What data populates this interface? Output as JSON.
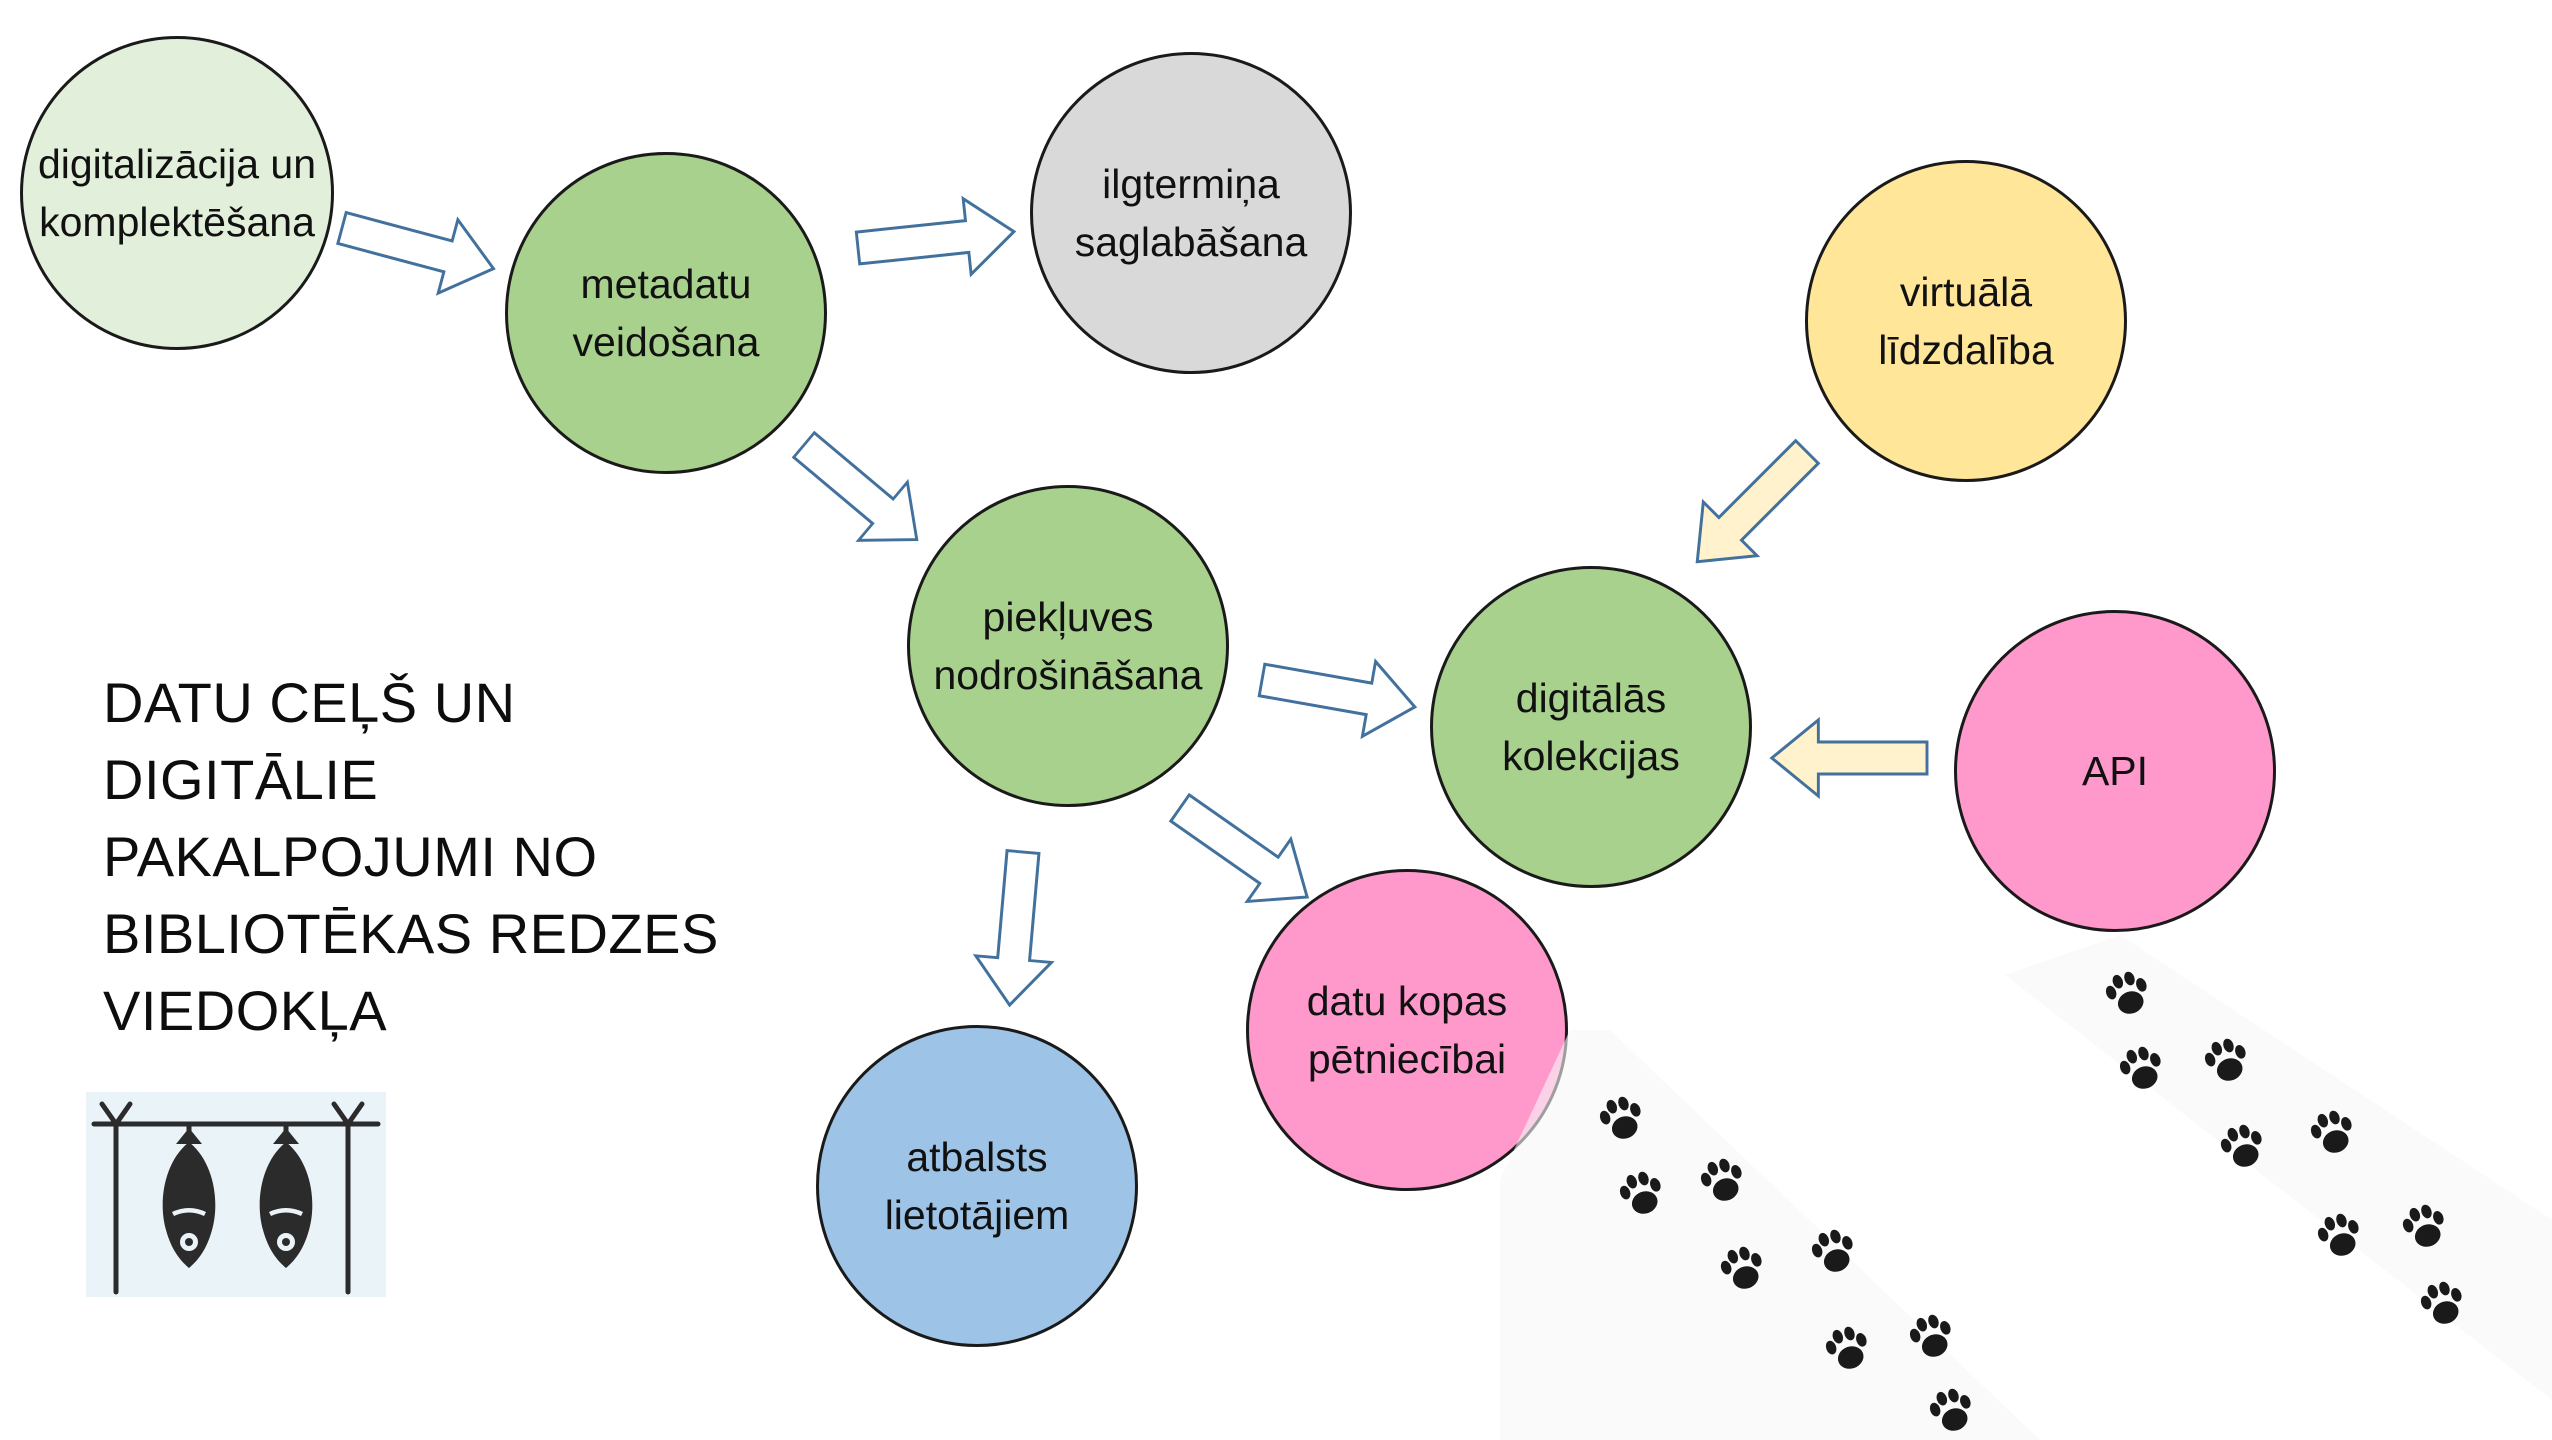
{
  "title": "DATU CEĻŠ UN\nDIGITĀLIE\nPAKALPOJUMI NO\nBIBLIOTĒKAS REDZES\nVIEDOKĻA",
  "colors": {
    "light_green": "#e2efda",
    "green": "#a9d18e",
    "mid_green": "#c5e0b4",
    "gray": "#d9d9d9",
    "yellow": "#ffe699",
    "pink": "#ff99cc",
    "blue": "#9dc3e6",
    "arrow_stroke": "#41719c",
    "arrow_yellow_fill": "#fff2cc"
  },
  "nodes": {
    "digitalizacija": "digitalizācija un\nkomplektēšana",
    "metadatu": "metadatu\nveidošana",
    "ilgtermina": "ilgtermiņa\nsaglabāšana",
    "piekluves": "piekļuves\nnodrošināšana",
    "atbalsts": "atbalsts\nlietotājiem",
    "datu_kopas": "datu kopas\npētniecībai",
    "digitalas_kolekcijas": "digitālās\nkolekcijas",
    "virtuala": "virtuālā\nlīdzdalība",
    "api": "API"
  }
}
